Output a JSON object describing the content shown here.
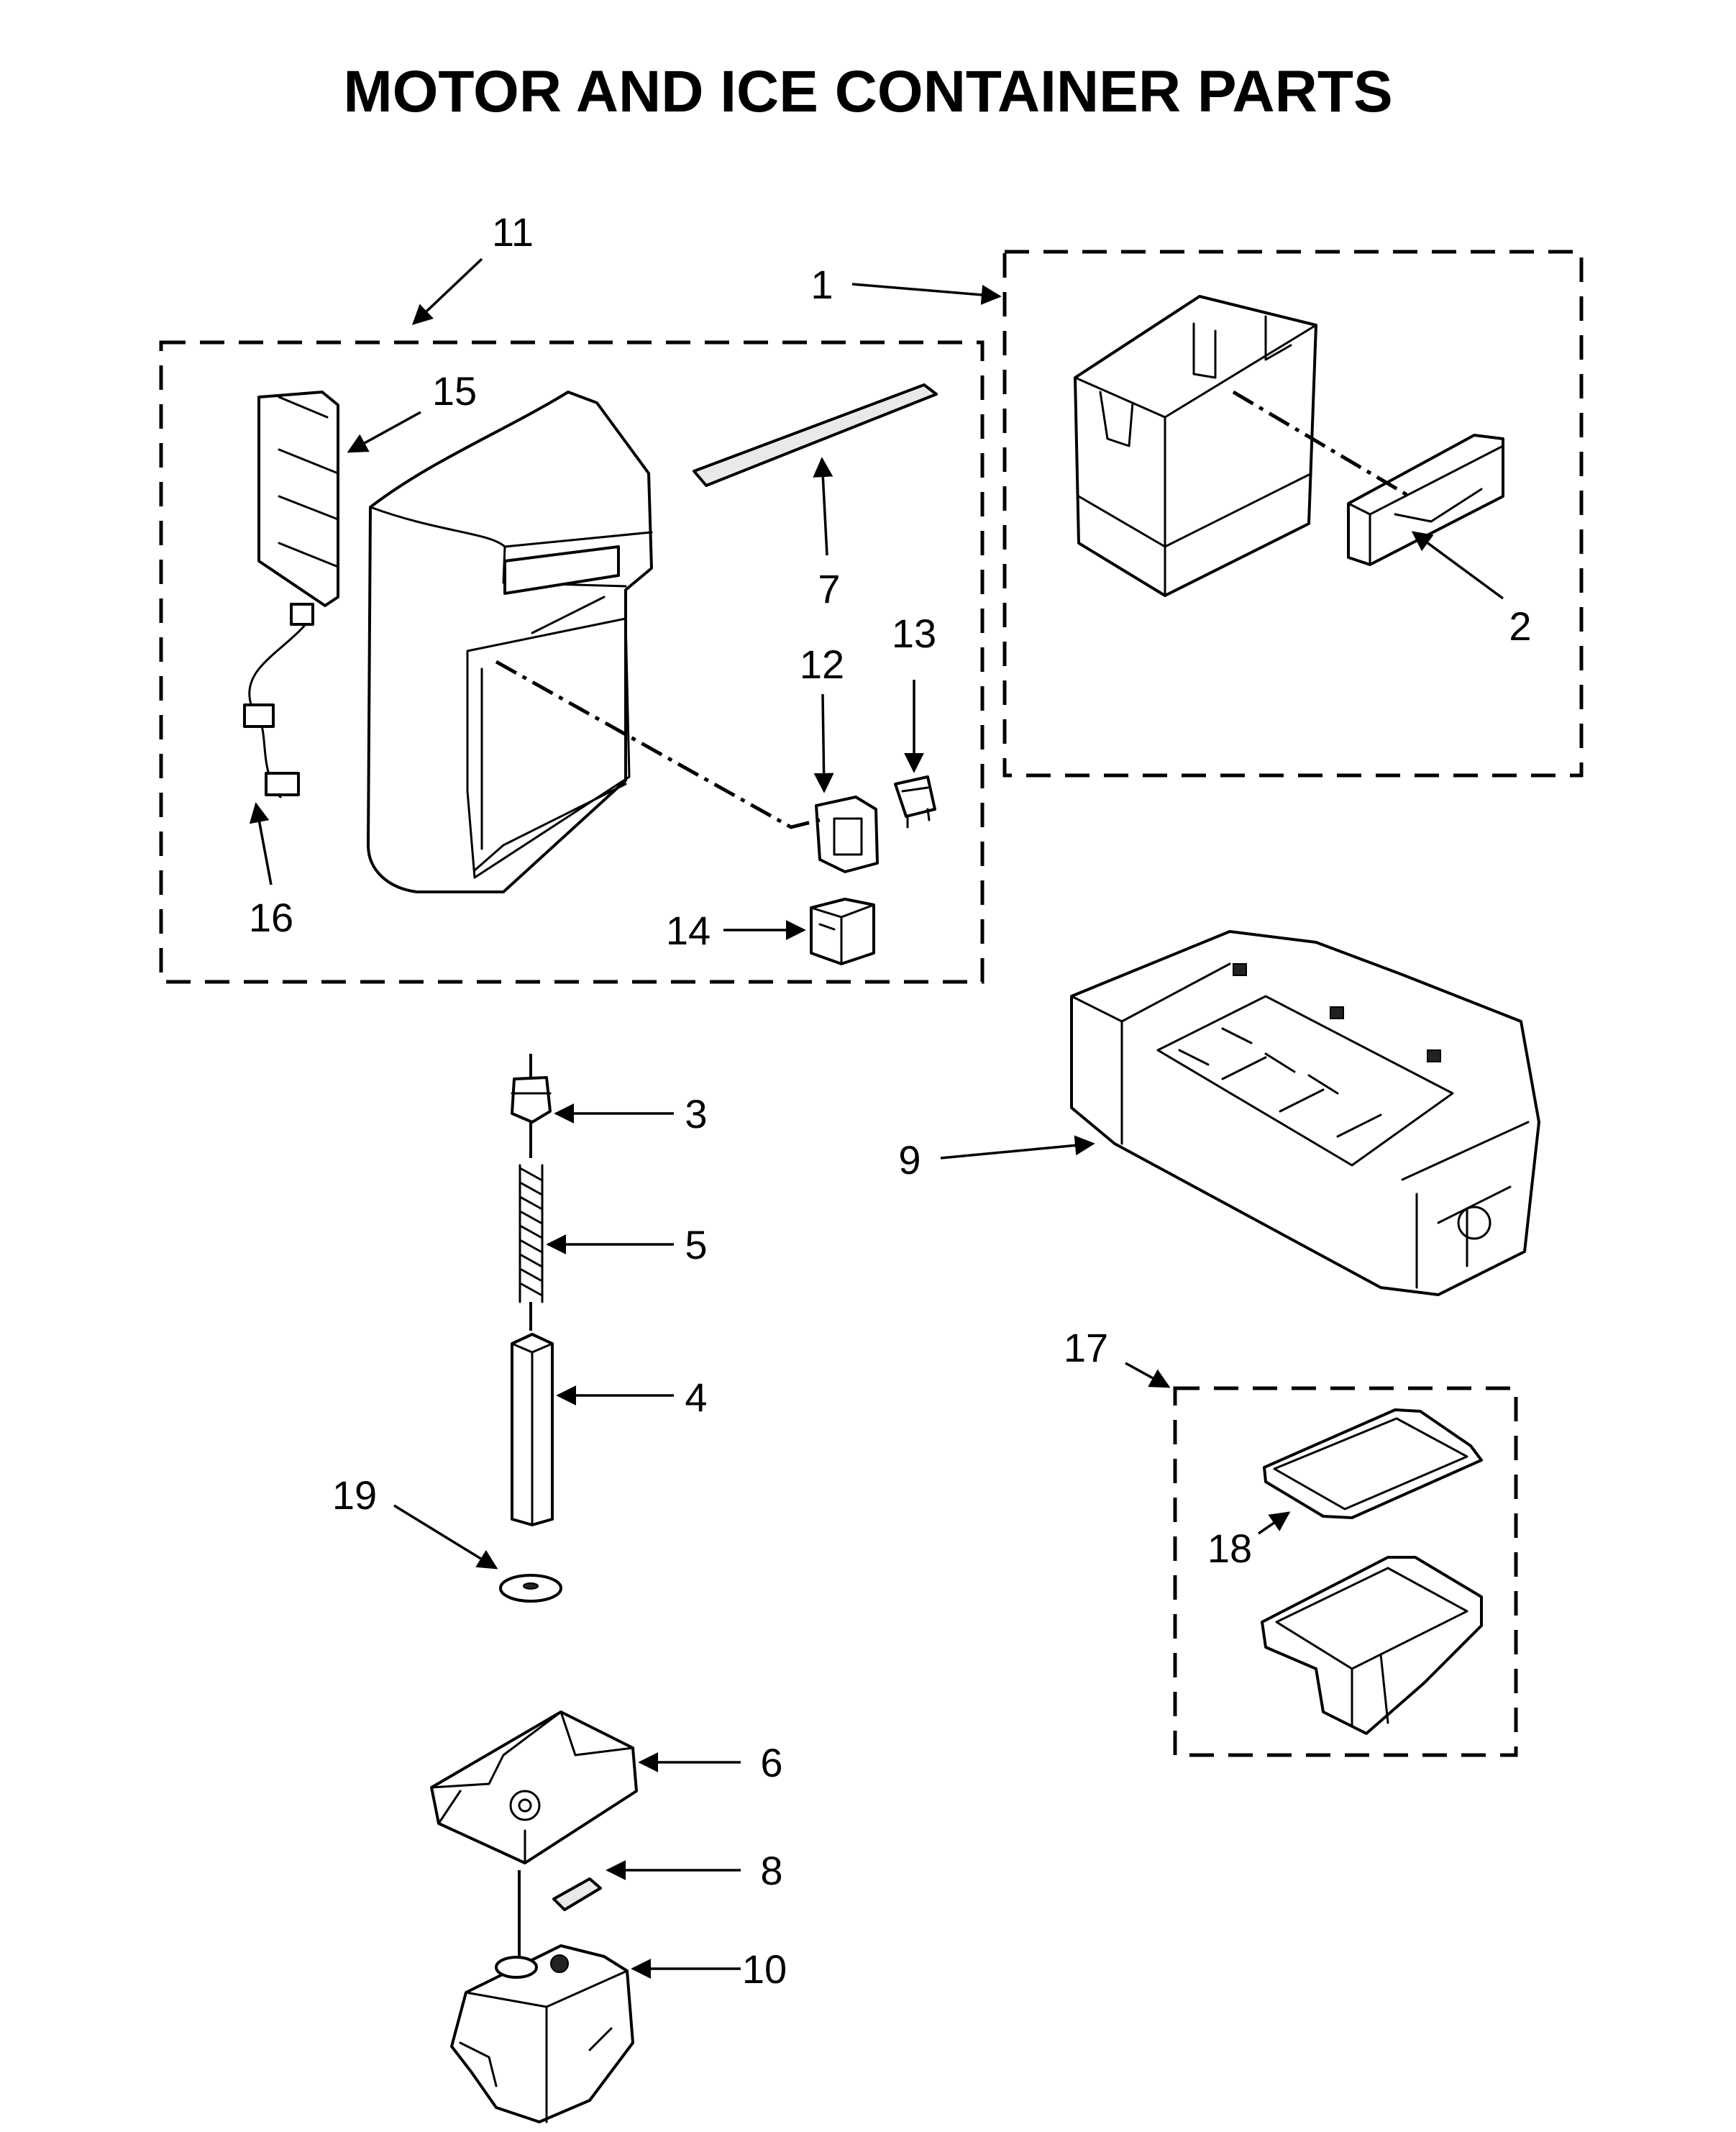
{
  "title": "MOTOR AND ICE CONTAINER PARTS",
  "callouts": [
    "1",
    "2",
    "3",
    "4",
    "5",
    "6",
    "7",
    "8",
    "9",
    "10",
    "11",
    "12",
    "13",
    "14",
    "15",
    "16",
    "17",
    "18",
    "19"
  ],
  "colors": {
    "ink": "#000000",
    "paper": "#ffffff",
    "shade": "#e9e9e9"
  }
}
